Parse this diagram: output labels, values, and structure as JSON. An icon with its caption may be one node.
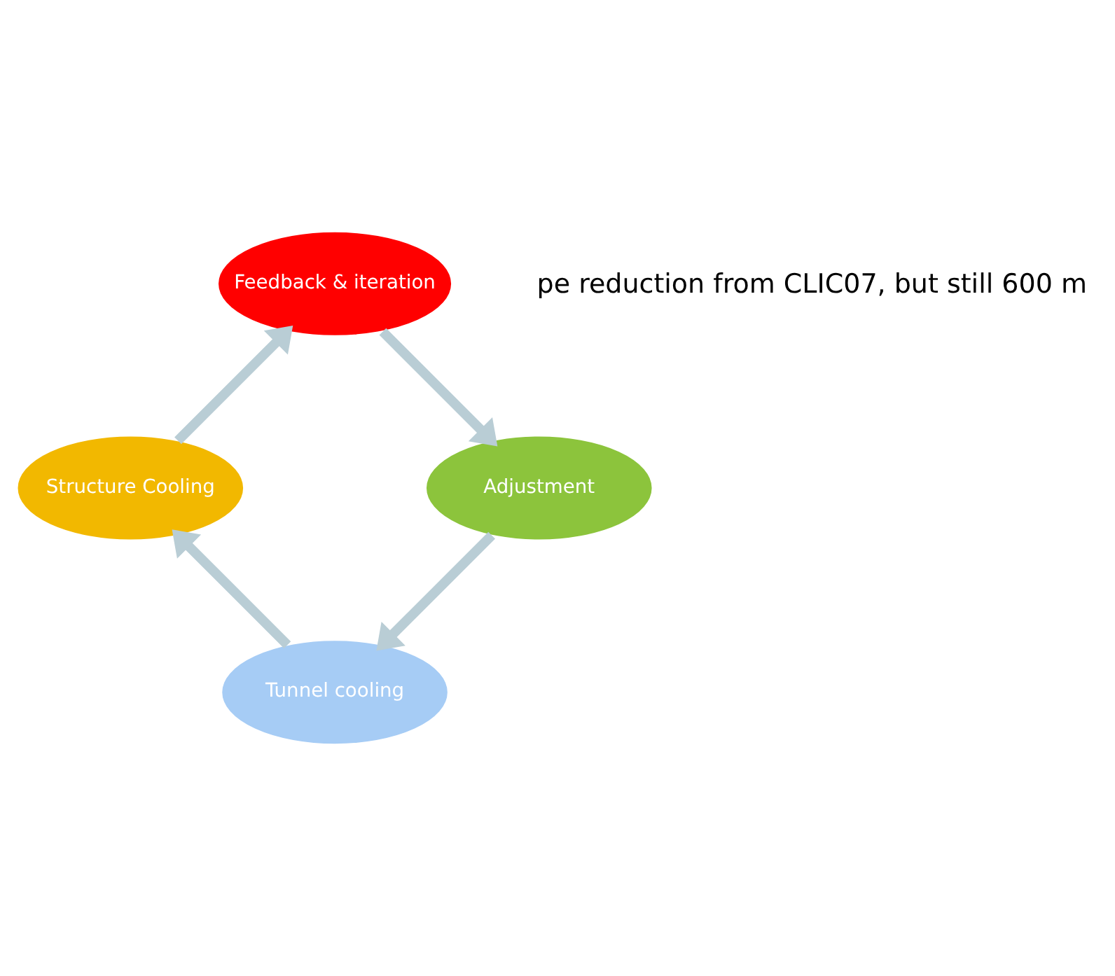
{
  "diagram": {
    "nodes": [
      {
        "text": [
          "Tunnel cooling"
        ]
      },
      {
        "text": [
          "Structure Cooling"
        ]
      },
      {
        "text": [
          "Feedback & iteration"
        ]
      },
      {
        "text": [
          "Adjustment"
        ]
      }
    ],
    "edges": [
      {
        "from": 0,
        "to": 1,
        "arrow": "to"
      },
      {
        "from": 1,
        "to": 2,
        "arrow": "to"
      },
      {
        "from": 2,
        "to": 3,
        "arrow": "to"
      },
      {
        "from": 3,
        "to": 0,
        "arrow": "to"
      }
    ],
    "labels": [
      "pe reduction from CLIC07, but still 600 m"
    ]
  }
}
